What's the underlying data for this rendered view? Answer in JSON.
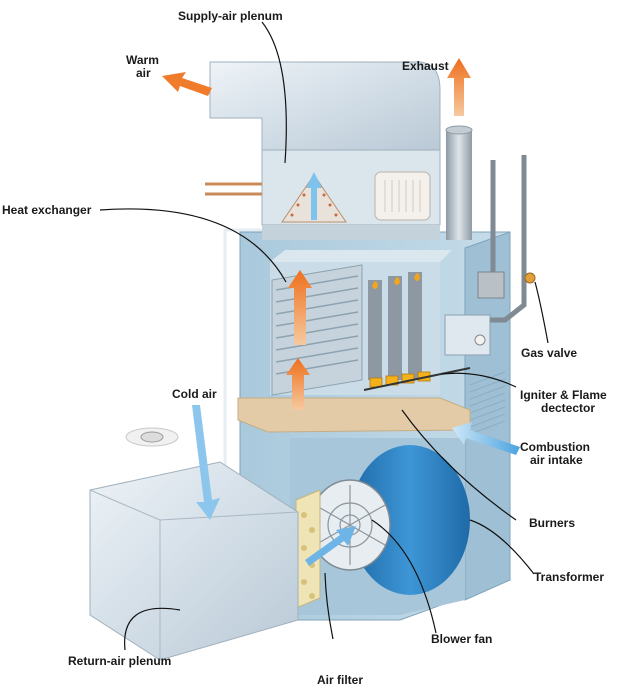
{
  "labels": {
    "supply_air_plenum": "Supply-air plenum",
    "warm_air_line1": "Warm",
    "warm_air_line2": "air",
    "exhaust": "Exhaust",
    "heat_exchanger": "Heat exchanger",
    "gas_valve": "Gas valve",
    "igniter_line1": "Igniter & Flame",
    "igniter_line2": "dectector",
    "cold_air": "Cold air",
    "combustion_line1": "Combustion",
    "combustion_line2": "air intake",
    "burners": "Burners",
    "transformer": "Transformer",
    "blower_fan": "Blower fan",
    "return_air_plenum": "Return-air plenum",
    "air_filter": "Air filter"
  },
  "colors": {
    "cabinet": "#b8d3e2",
    "cabinet_dark": "#8fb4cb",
    "duct": "#d9e4ec",
    "warm_arrow": "#f07b2a",
    "cool_arrow": "#6fb4e6",
    "blower": "#2f7fc0",
    "shelf": "#e2cba6"
  }
}
